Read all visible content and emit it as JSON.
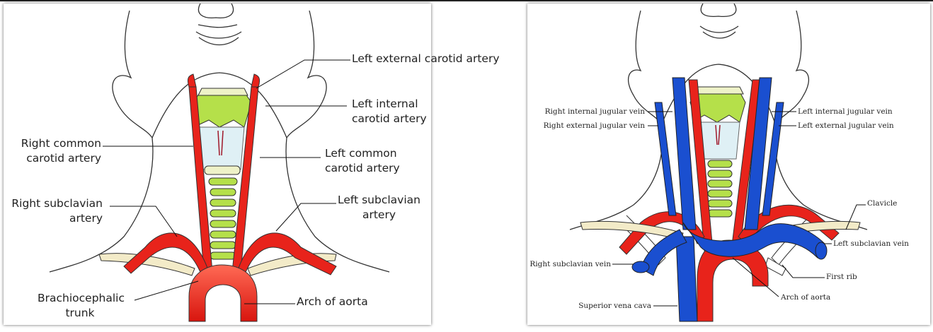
{
  "left_diagram": {
    "labels": {
      "left_external_carotid": "Left external carotid artery",
      "left_internal_carotid": "Left internal carotid artery",
      "right_common_carotid": "Right common carotid artery",
      "left_common_carotid": "Left common carotid artery",
      "right_subclavian": "Right subclavian artery",
      "left_subclavian": "Left subclavian artery",
      "brachiocephalic": "Brachiocephalic trunk",
      "arch_of_aorta": "Arch of aorta"
    }
  },
  "right_diagram": {
    "labels": {
      "right_internal_jugular": "Right internal jugular vein",
      "right_external_jugular": "Right external jugular vein",
      "left_internal_jugular": "Left internal jugular vein",
      "left_external_jugular": "Left external jugular vein",
      "clavicle": "Clavicle",
      "left_subclavian_vein": "Left subclavian vein",
      "right_subclavian_vein": "Right subclavian vein",
      "first_rib": "First rib",
      "superior_vena_cava": "Superior vena cava",
      "arch_of_aorta": "Arch of aorta"
    }
  },
  "colors": {
    "artery": "#e8231b",
    "vein": "#1a4fd0",
    "cartilage": "#b5e04a",
    "trachea_ring": "#eef2c8",
    "bone": "#f3ebc8",
    "outline": "#333333"
  }
}
